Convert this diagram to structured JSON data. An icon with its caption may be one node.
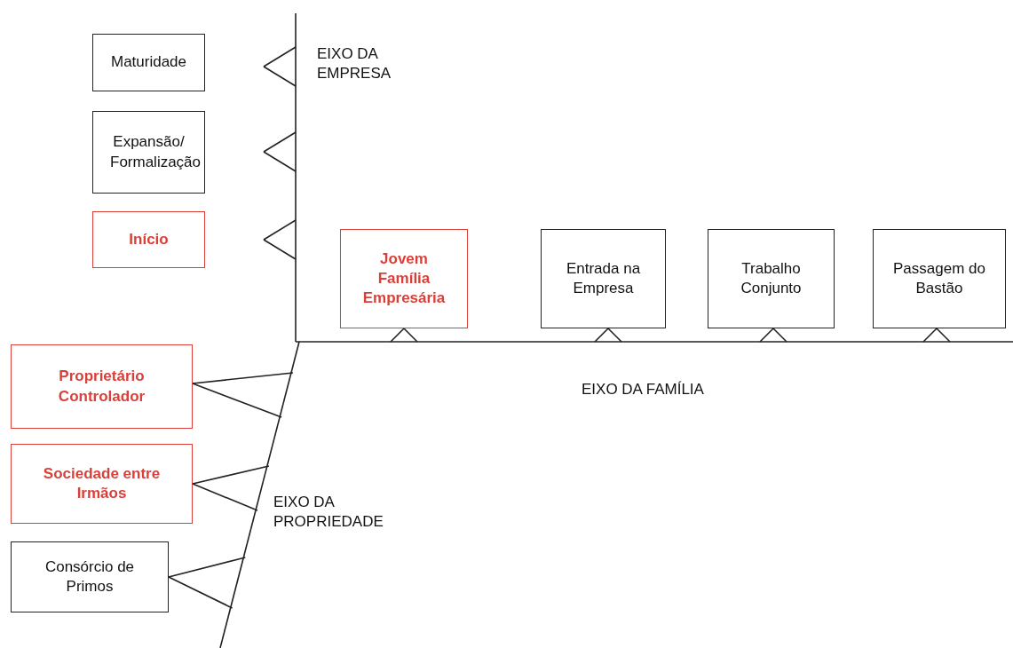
{
  "diagram": {
    "nodes": [
      {
        "text": [
          "Maturidade"
        ]
      },
      {
        "text": [
          "Expansão/ Formalização"
        ]
      },
      {
        "text": [
          "Início"
        ]
      },
      {
        "text": [
          "Jovem Família Empresária"
        ]
      },
      {
        "text": [
          "Entrada na Empresa"
        ]
      },
      {
        "text": [
          "Trabalho Conjunto"
        ]
      },
      {
        "text": [
          "Passagem do Bastão"
        ]
      },
      {
        "text": [
          "Proprietário Controlador"
        ]
      },
      {
        "text": [
          "Sociedade entre Irmãos"
        ]
      },
      {
        "text": [
          "Consórcio de Primos"
        ]
      }
    ],
    "labels": [
      "EIXO DA EMPRESA",
      "EIXO DA FAMÍLIA",
      "EIXO DA PROPRIEDADE"
    ]
  }
}
